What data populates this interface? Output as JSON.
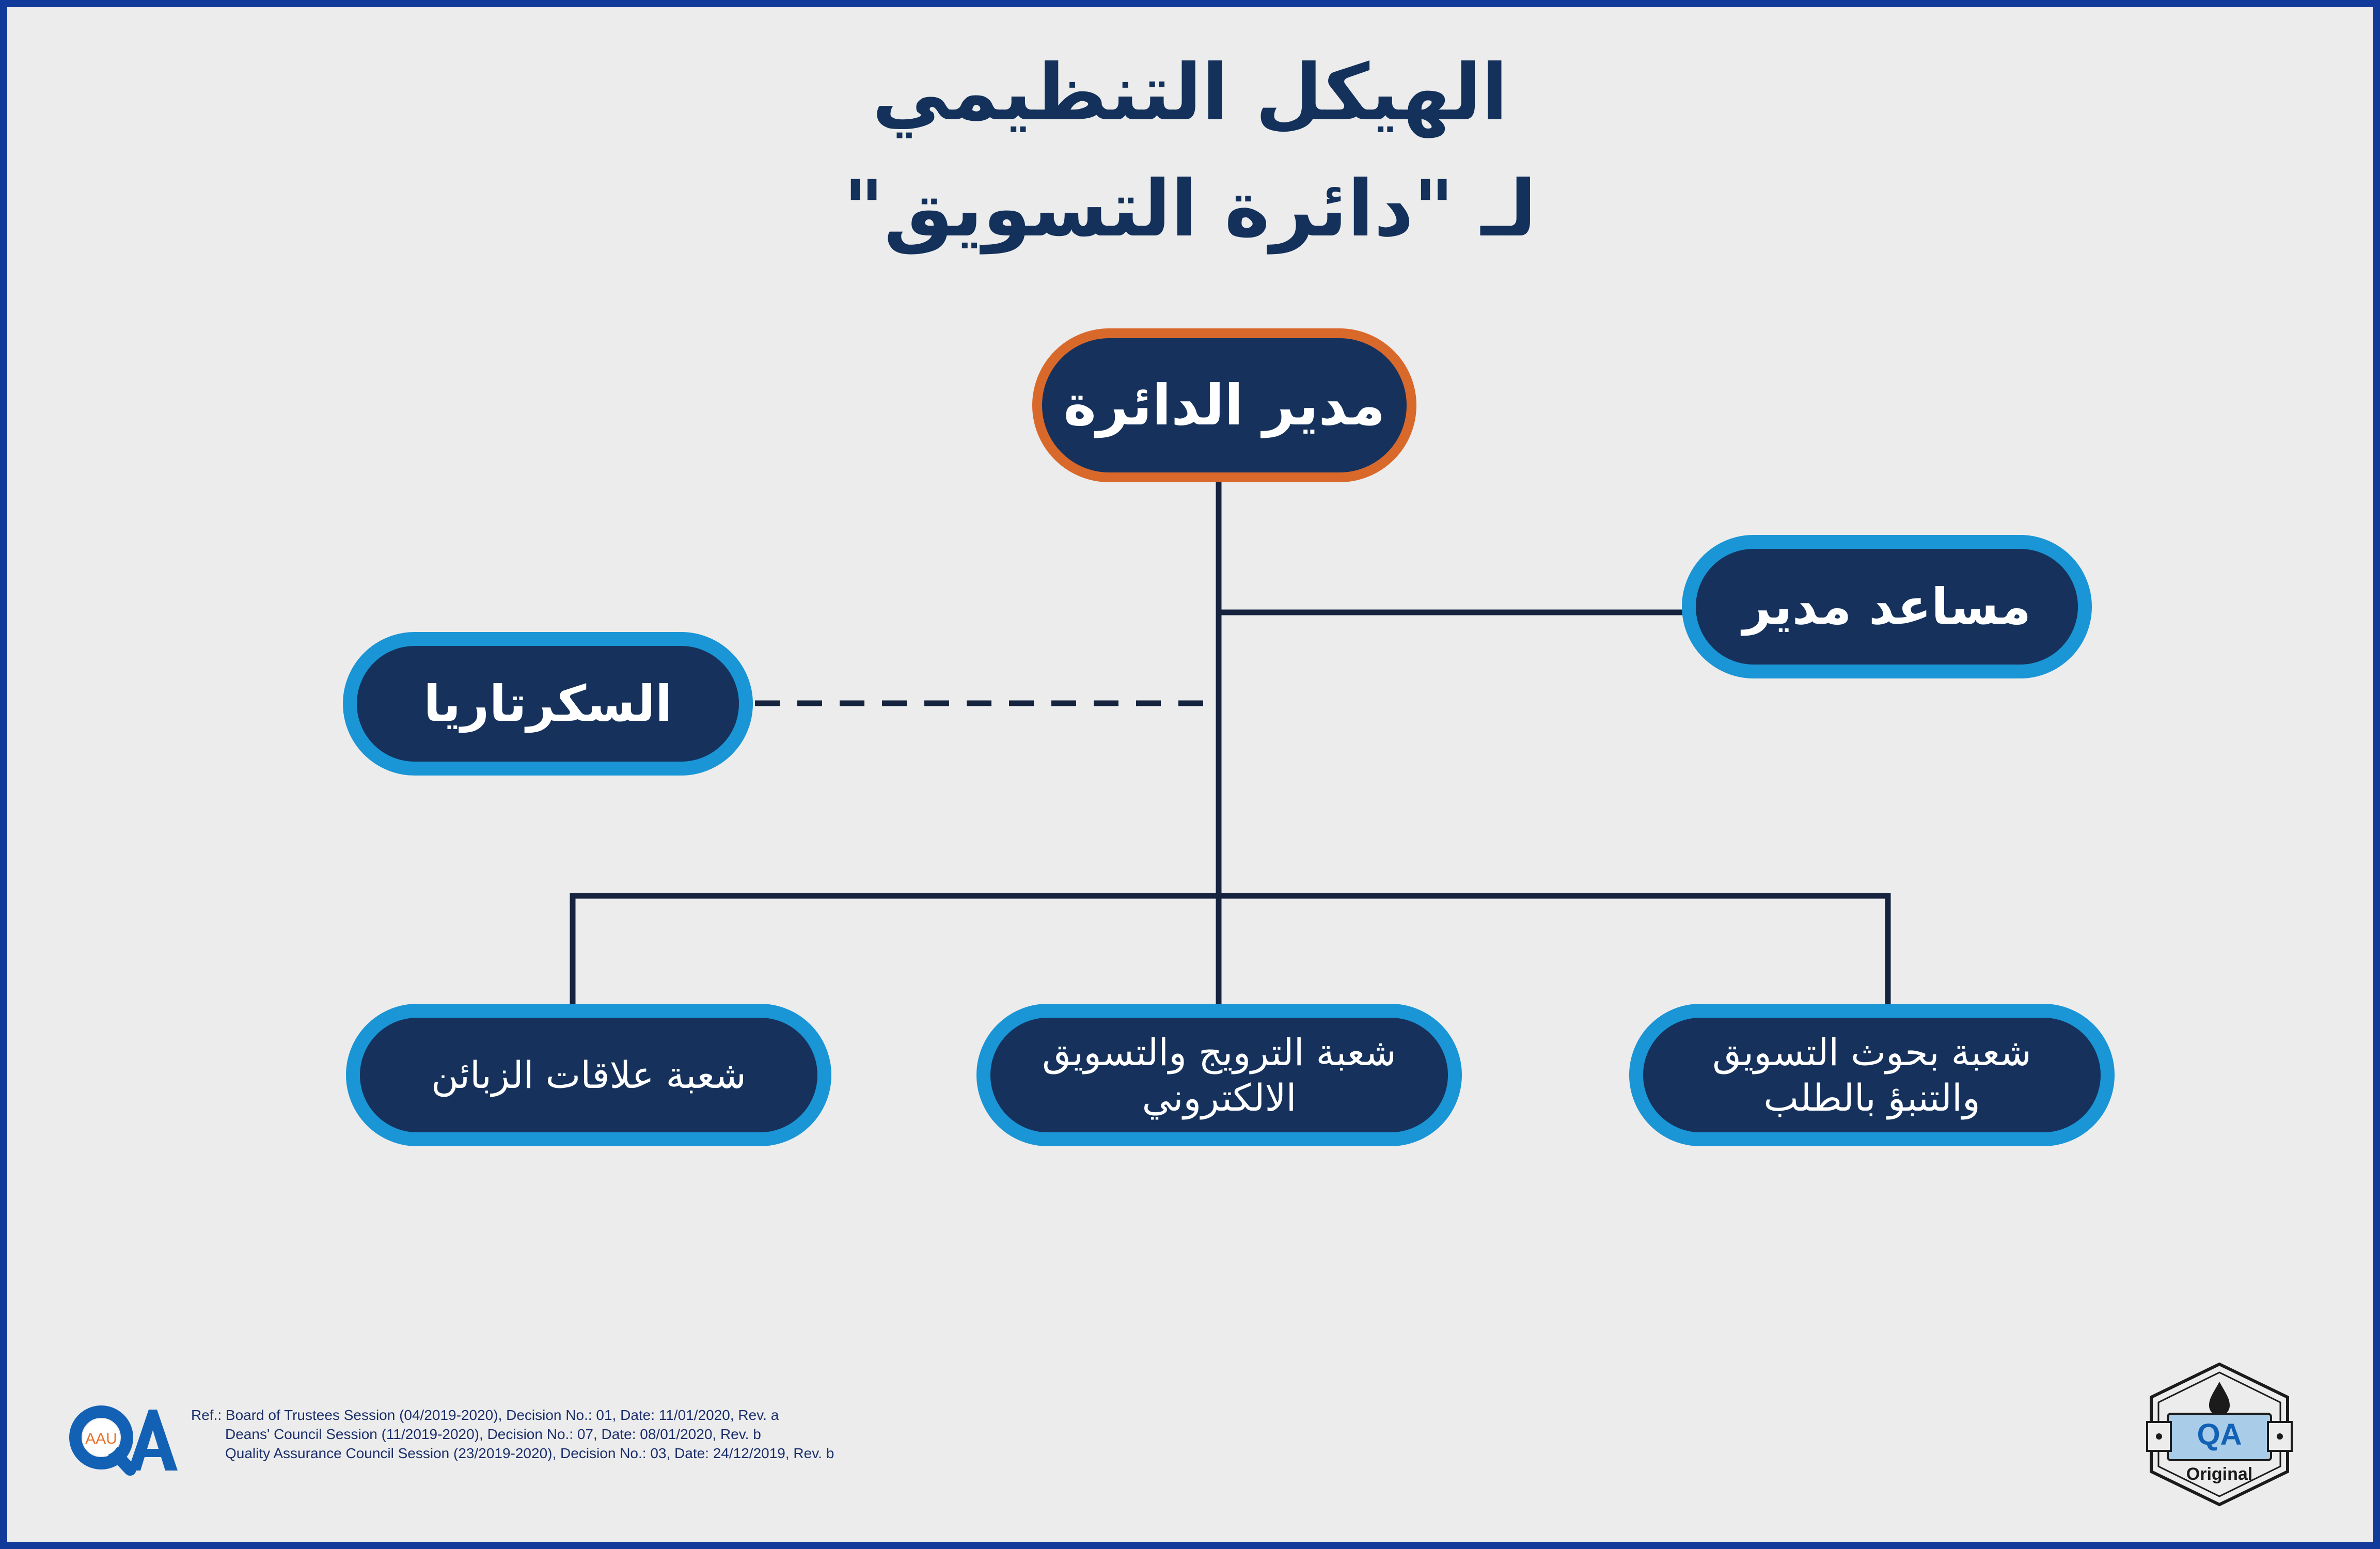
{
  "title": {
    "line1": "الهيكل التنظيمي",
    "line2": "لـ \"دائرة التسويق\""
  },
  "nodes": {
    "director": "مدير الدائرة",
    "assistant": "مساعد مدير",
    "secretary": "السكرتاريا",
    "research_line1": "شعبة بحوث التسويق",
    "research_line2": "والتنبؤ بالطلب",
    "promotion_line1": "شعبة الترويج والتسويق",
    "promotion_line2": "الالكتروني",
    "customers": "شعبة علاقات الزبائن"
  },
  "footer": {
    "ref1": "Ref.: Board of Trustees Session (04/2019-2020), Decision No.: 01, Date: 11/01/2020, Rev. a",
    "ref2": "Deans' Council Session (11/2019-2020), Decision No.: 07, Date: 08/01/2020, Rev. b",
    "ref3": "Quality Assurance Council Session (23/2019-2020), Decision No.: 03, Date: 24/12/2019, Rev. b",
    "logo_text": "QA",
    "logo_sub": "AAU",
    "badge_text": "QA",
    "badge_label": "Original"
  },
  "colors": {
    "frame": "#123a9a",
    "title": "#13315a",
    "node_fill": "#16325c",
    "director_border": "#d9692b",
    "node_border": "#1a95d6",
    "line": "#16233f",
    "logo_blue": "#1261b5",
    "logo_orange": "#e8702a"
  },
  "icons": {
    "logo": "aau-qa-logo",
    "badge": "qa-original-badge"
  }
}
